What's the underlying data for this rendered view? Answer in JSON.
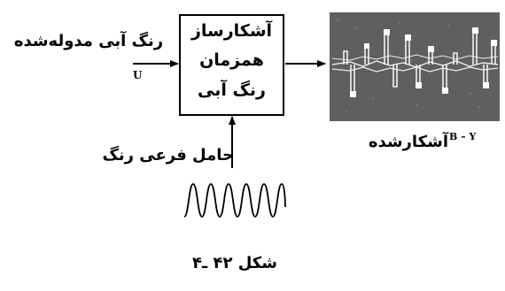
{
  "diagram": {
    "block": {
      "lines": [
        "آشکارساز",
        "همزمان",
        "رنگ آبی"
      ]
    },
    "input_label": "رنگ آبی مدوله‌شده",
    "input_symbol": "U",
    "carrier_label": "حامل فرعی رنگ",
    "output_signal": "B – Y",
    "output_label": "آشکارشده",
    "figure_caption": "شکل ۴۲ ـ۴"
  },
  "colors": {
    "ink": "#000000",
    "scope_background": "#5f5f5f",
    "scope_trace": "#ffffff"
  }
}
